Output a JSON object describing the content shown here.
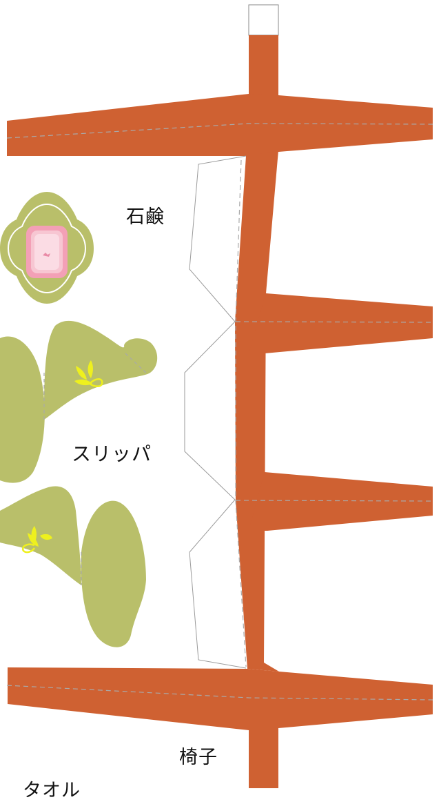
{
  "labels": {
    "soap": "石鹸",
    "slippers": "スリッパ",
    "chair": "椅子",
    "towel": "タオル"
  },
  "colors": {
    "chair_wood": "#cf6132",
    "item_green": "#b9bf6a",
    "soap_pink": "#f4a9bd",
    "leaf_yellow": "#eef01e",
    "fold_line": "#a9a9a9",
    "cut_line": "#9a9a9a"
  },
  "icons": [
    "leaf-icon",
    "soap-bar-icon"
  ]
}
